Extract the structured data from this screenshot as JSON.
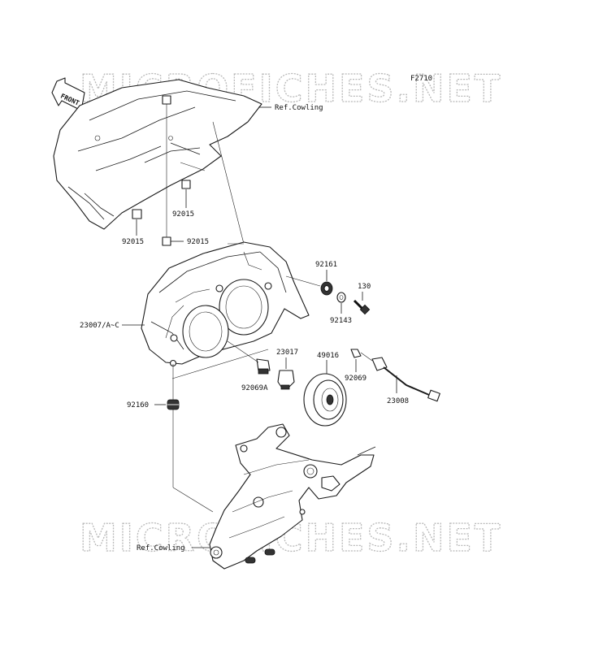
{
  "diagram": {
    "code": "F2710",
    "watermark": "MICROFICHES.NET",
    "front_label": "FRONT",
    "labels": {
      "ref_cowling_top": "Ref.Cowling",
      "ref_cowling_bottom": "Ref.Cowling",
      "p92015_a": "92015",
      "p92015_b": "92015",
      "p92015_c": "92015",
      "p92161": "92161",
      "p130": "130",
      "p92143": "92143",
      "p23007": "23007/A~C",
      "p23017": "23017",
      "p49016": "49016",
      "p92069": "92069",
      "p92069A": "92069A",
      "p23008": "23008",
      "p92160": "92160"
    }
  }
}
